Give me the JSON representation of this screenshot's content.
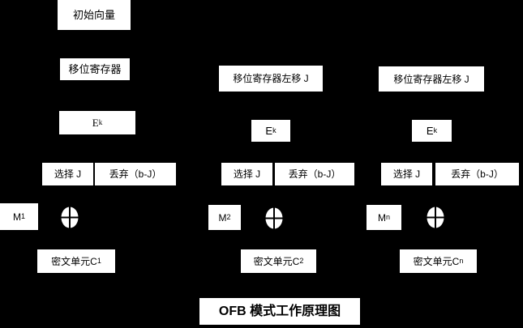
{
  "diagram": {
    "title": "OFB 模式工作原理图",
    "colors": {
      "background": "#000000",
      "box_fill": "#ffffff",
      "text": "#000000"
    },
    "col1": {
      "init_vector": "初始向量",
      "shift_register": "移位寄存器",
      "encrypt": {
        "base": "E",
        "sub": "k"
      },
      "select": "选择 J",
      "discard": "丢弃（b-J）",
      "message": {
        "base": "M",
        "sub": "1"
      },
      "ciphertext": {
        "prefix": "密文单元 ",
        "base": "C",
        "sub": "1"
      }
    },
    "col2": {
      "shift_register": "移位寄存器左移 J",
      "encrypt": {
        "base": "E",
        "sub": "k"
      },
      "select": "选择 J",
      "discard": "丢弃（b-J）",
      "message": {
        "base": "M",
        "sub": "2"
      },
      "ciphertext": {
        "prefix": "密文单元 ",
        "base": "C",
        "sub": "2"
      }
    },
    "col3": {
      "shift_register": "移位寄存器左移 J",
      "encrypt": {
        "base": "E",
        "sub": "k"
      },
      "select": "选择 J",
      "discard": "丢弃（b-J）",
      "message": {
        "base": "M",
        "sub": "n"
      },
      "ciphertext": {
        "prefix": "密文单元 ",
        "base": "C",
        "sub": "n"
      }
    }
  }
}
